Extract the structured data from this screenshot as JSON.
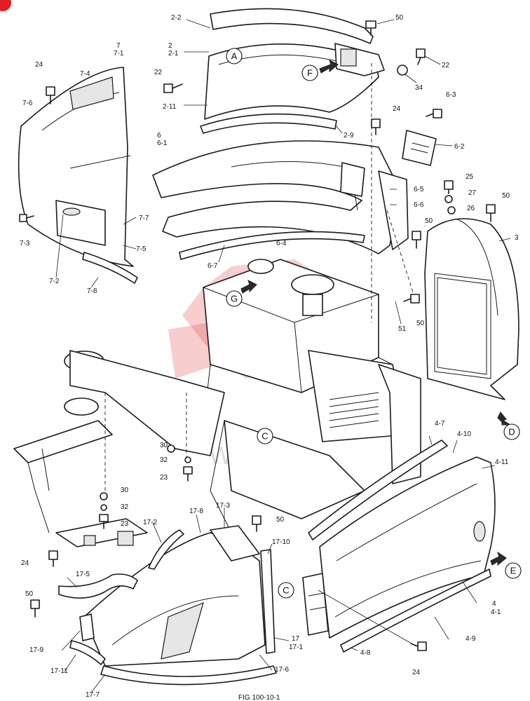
{
  "labels": [
    {
      "id": "2-2",
      "text": "2-2"
    },
    {
      "id": "2",
      "text": "2"
    },
    {
      "id": "2-1",
      "text": "2-1"
    },
    {
      "id": "22a",
      "text": "22"
    },
    {
      "id": "2-11",
      "text": "2-11"
    },
    {
      "id": "2-9",
      "text": "2-9"
    },
    {
      "id": "50a",
      "text": "50"
    },
    {
      "id": "22b",
      "text": "22"
    },
    {
      "id": "34",
      "text": "34"
    },
    {
      "id": "24a",
      "text": "24"
    },
    {
      "id": "6-3",
      "text": "6-3"
    },
    {
      "id": "6-2",
      "text": "6-2"
    },
    {
      "id": "7",
      "text": "7"
    },
    {
      "id": "7-1",
      "text": "7-1"
    },
    {
      "id": "24b",
      "text": "24"
    },
    {
      "id": "7-4",
      "text": "7-4"
    },
    {
      "id": "7-6",
      "text": "7-6"
    },
    {
      "id": "6",
      "text": "6"
    },
    {
      "id": "6-1",
      "text": "6-1"
    },
    {
      "id": "6-4",
      "text": "6-4"
    },
    {
      "id": "6-5",
      "text": "6-5"
    },
    {
      "id": "6-6",
      "text": "6-6"
    },
    {
      "id": "25",
      "text": "25"
    },
    {
      "id": "27",
      "text": "27"
    },
    {
      "id": "26",
      "text": "26"
    },
    {
      "id": "50b",
      "text": "50"
    },
    {
      "id": "3",
      "text": "3"
    },
    {
      "id": "50c",
      "text": "50"
    },
    {
      "id": "7-7",
      "text": "7-7"
    },
    {
      "id": "7-3",
      "text": "7-3"
    },
    {
      "id": "7-5",
      "text": "7-5"
    },
    {
      "id": "7-2",
      "text": "7-2"
    },
    {
      "id": "7-8",
      "text": "7-8"
    },
    {
      "id": "6-7",
      "text": "6-7"
    },
    {
      "id": "51",
      "text": "51"
    },
    {
      "id": "50d",
      "text": "50"
    },
    {
      "id": "30a",
      "text": "30"
    },
    {
      "id": "32a",
      "text": "32"
    },
    {
      "id": "23a",
      "text": "23"
    },
    {
      "id": "4-7",
      "text": "4-7"
    },
    {
      "id": "4-10",
      "text": "4-10"
    },
    {
      "id": "4-11",
      "text": "4-11"
    },
    {
      "id": "30b",
      "text": "30"
    },
    {
      "id": "32b",
      "text": "32"
    },
    {
      "id": "23b",
      "text": "23"
    },
    {
      "id": "17-8",
      "text": "17-8"
    },
    {
      "id": "17-3",
      "text": "17-3"
    },
    {
      "id": "17-2",
      "text": "17-2"
    },
    {
      "id": "50e",
      "text": "50"
    },
    {
      "id": "17-10",
      "text": "17-10"
    },
    {
      "id": "24c",
      "text": "24"
    },
    {
      "id": "17-5",
      "text": "17-5"
    },
    {
      "id": "4",
      "text": "4"
    },
    {
      "id": "4-1",
      "text": "4-1"
    },
    {
      "id": "50f",
      "text": "50"
    },
    {
      "id": "17",
      "text": "17"
    },
    {
      "id": "17-1",
      "text": "17-1"
    },
    {
      "id": "17-9",
      "text": "17-9"
    },
    {
      "id": "4-9",
      "text": "4-9"
    },
    {
      "id": "17-6",
      "text": "17-6"
    },
    {
      "id": "17-11",
      "text": "17-11"
    },
    {
      "id": "4-8",
      "text": "4-8"
    },
    {
      "id": "24d",
      "text": "24"
    },
    {
      "id": "17-7",
      "text": "17-7"
    }
  ],
  "callouts": {
    "A": "A",
    "F": "F",
    "G": "G",
    "C1": "C",
    "C2": "C",
    "D": "D",
    "E": "E"
  },
  "watermark": {
    "text": "WITEX"
  },
  "caption": {
    "text": "FIG 100-10-1"
  },
  "colors": {
    "line": "#1a1a1a",
    "watermark": "#e34a4a",
    "badge": "#e02020"
  }
}
